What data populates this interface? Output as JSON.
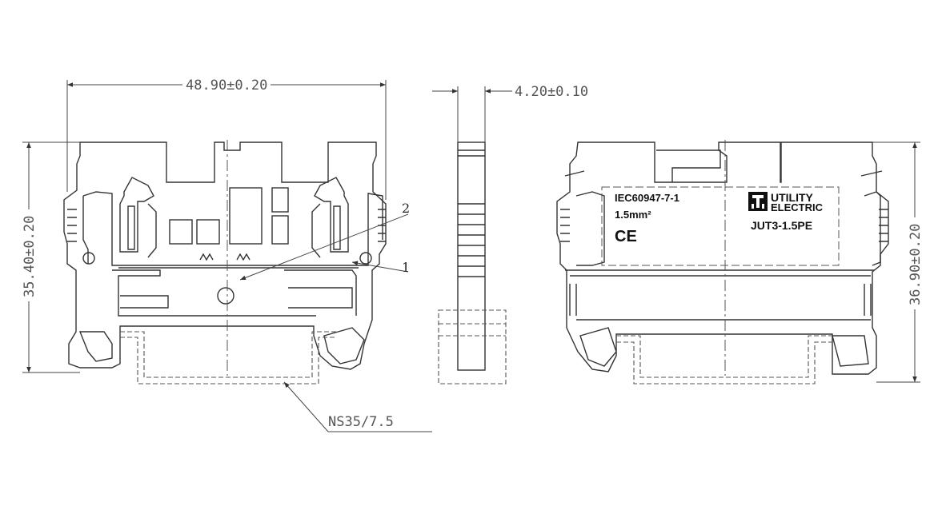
{
  "dimensions": {
    "front_width": "48.90±0.20",
    "side_thickness": "4.20±0.10",
    "front_height": "35.40±0.20",
    "back_height": "36.90±0.20"
  },
  "callouts": {
    "part_1": "1",
    "part_2": "2",
    "rail": "NS35/7.5"
  },
  "marking": {
    "standard": "IEC60947-7-1",
    "cross_section": "1.5mm²",
    "ce": "CE",
    "brand_line1": "UTILITY",
    "brand_line2": "ELECTRIC",
    "model": "JUT3-1.5PE"
  }
}
